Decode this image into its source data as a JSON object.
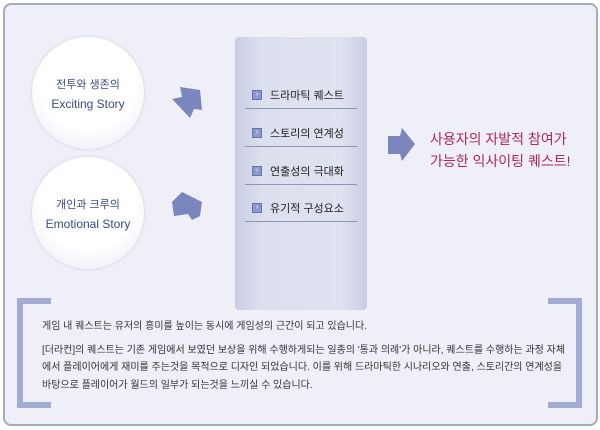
{
  "left_circles": [
    {
      "ko": "전투와 생존의",
      "en": "Exciting Story"
    },
    {
      "ko": "개인과 크루의",
      "en": "Emotional Story"
    }
  ],
  "features": [
    "드라마틱 퀘스트",
    "스토리의 연계성",
    "연출성의 극대화",
    "유기적 구성요소"
  ],
  "result": {
    "line1": "사용자의 자발적 참여가",
    "line2": "가능한 익사이팅 퀘스트!"
  },
  "description": {
    "para1": "게임 내 퀘스트는 유저의 흥미를 높이는 동시에 게임성의 근간이 되고 있습니다.",
    "para2": "[더라컨]의 퀘스트는 기존 게임에서 보였던 보상을 위해 수행하게되는 일종의 '통과 의례'가 아니라, 퀘스트를 수행하는 과정 자체에서 플레이어에게 재미를 주는것을 목적으로 디자인 되었습니다. 이를 위해 드라마틱한 시나리오와 연출, 스토리간의 연계성을 바탕으로 플레이어가 월드의 일부가 되는것을 느끼실 수 있습니다."
  },
  "colors": {
    "accent": "#b2265e",
    "arrow": "#7a86bd",
    "bracket": "#a4abd3"
  }
}
